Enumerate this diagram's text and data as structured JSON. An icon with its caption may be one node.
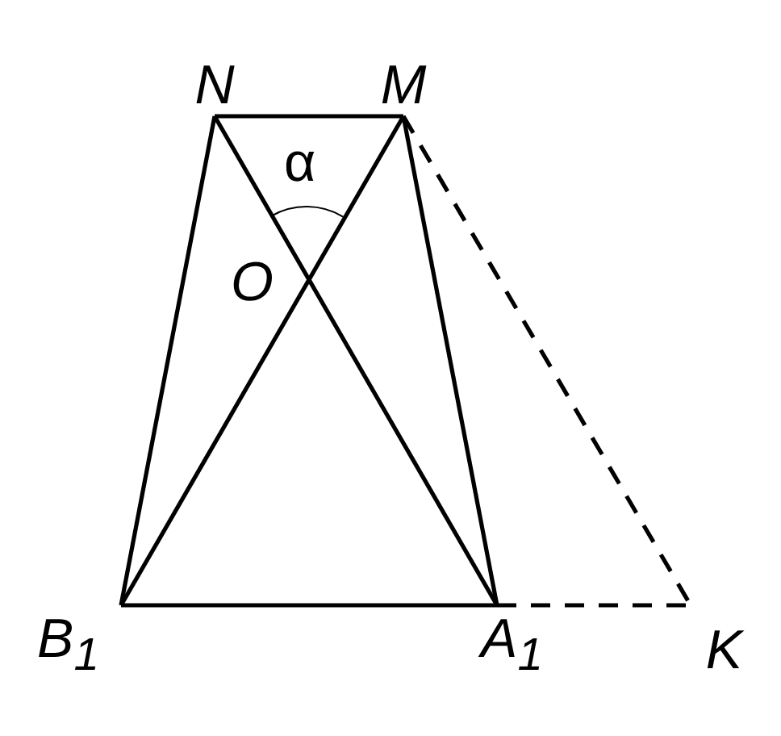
{
  "diagram": {
    "nodes": [
      {
        "text": [
          "N"
        ]
      },
      {
        "text": [
          "M"
        ]
      },
      {
        "text": [
          "B$_{1}$"
        ]
      },
      {
        "text": [
          "A$_{1}$"
        ]
      },
      {
        "text": [
          "K"
        ]
      }
    ],
    "edges": [
      {
        "from": 0,
        "to": 1,
        "arrow": "none"
      },
      {
        "from": 0,
        "to": 2,
        "arrow": "none"
      },
      {
        "from": 1,
        "to": 3,
        "arrow": "none"
      },
      {
        "from": 2,
        "to": 3,
        "arrow": "none"
      },
      {
        "from": 0,
        "to": 3,
        "arrow": "none"
      },
      {
        "from": 1,
        "to": 2,
        "arrow": "none"
      },
      {
        "from": 1,
        "to": 4,
        "arrow": "none",
        "style": "dashed"
      },
      {
        "from": 3,
        "to": 4,
        "arrow": "none",
        "style": "dashed"
      }
    ],
    "labels": [
      "α",
      "O"
    ]
  }
}
